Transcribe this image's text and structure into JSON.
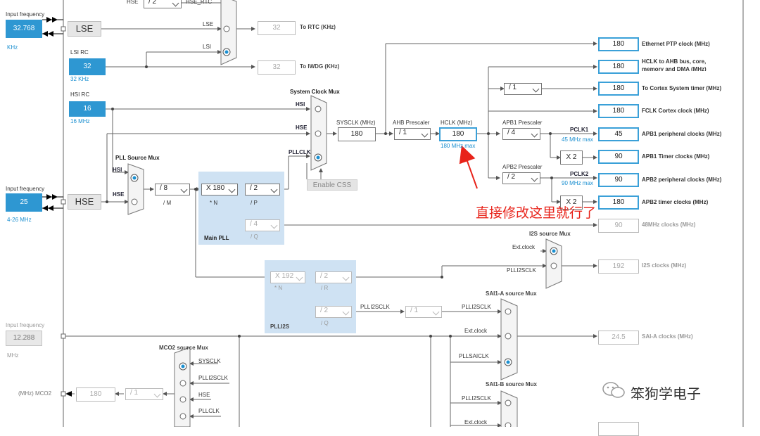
{
  "lse_input": {
    "label": "Input frequency",
    "value": "32.768",
    "unit": "KHz"
  },
  "hse_input": {
    "label": "Input frequency",
    "value": "25",
    "range": "4-26 MHz"
  },
  "i2s_input": {
    "label": "Input frequency",
    "value": "12.288",
    "unit": "MHz"
  },
  "lse": {
    "label": "LSE"
  },
  "hse": {
    "label": "HSE"
  },
  "lsi_rc": {
    "label": "LSI RC",
    "value": "32",
    "unit": "32 KHz"
  },
  "hsi_rc": {
    "label": "HSI RC",
    "value": "16",
    "unit": "16 MHz"
  },
  "rtc_mux": {
    "in_top_hse": "HSE",
    "div": "/ 2",
    "out_hse_rtc": "HSE_RTC",
    "in_lse": "LSE",
    "in_lsi": "LSI",
    "rtc_value": "32",
    "rtc_label": "To RTC (KHz)",
    "iwdg_value": "32",
    "iwdg_label": "To IWDG (KHz)"
  },
  "pll_source_mux": {
    "title": "PLL Source Mux",
    "hsi": "HSI",
    "hse": "HSE"
  },
  "main_pll": {
    "title": "Main PLL",
    "m_div": "/ 8",
    "m_label": "/ M",
    "n_mul": "X 180",
    "n_label": "* N",
    "p_div": "/ 2",
    "p_label": "/ P",
    "q_div": "/ 4",
    "q_label": "/ Q"
  },
  "system_clock_mux": {
    "title": "System Clock Mux",
    "hsi": "HSI",
    "hse": "HSE",
    "pllclk": "PLLCLK",
    "enable_css": "Enable CSS"
  },
  "sysclk": {
    "label": "SYSCLK (MHz)",
    "value": "180"
  },
  "ahb": {
    "label": "AHB Prescaler",
    "value": "/ 1"
  },
  "hclk": {
    "label": "HCLK (MHz)",
    "value": "180",
    "max": "180 MHz max"
  },
  "apb1": {
    "label": "APB1 Prescaler",
    "value": "/ 4",
    "pclk": "PCLK1",
    "pclk_max": "45 MHz max",
    "timer_mul": "X 2"
  },
  "apb2": {
    "label": "APB2 Prescaler",
    "value": "/ 2",
    "pclk": "PCLK2",
    "pclk_max": "90 MHz max",
    "timer_mul": "X 2"
  },
  "cortex_timer_div": {
    "value": "/ 1"
  },
  "outputs": [
    {
      "value": "180",
      "label": "Ethernet PTP clock (MHz)"
    },
    {
      "value": "180",
      "label": "HCLK to AHB bus, core,",
      "label2": "memory and DMA (MHz)"
    },
    {
      "value": "180",
      "label": "To Cortex System timer (MHz)"
    },
    {
      "value": "180",
      "label": "FCLK Cortex clock (MHz)"
    },
    {
      "value": "45",
      "label": "APB1 peripheral clocks (MHz)"
    },
    {
      "value": "90",
      "label": "APB1 Timer clocks (MHz)"
    },
    {
      "value": "90",
      "label": "APB2 peripheral clocks (MHz)"
    },
    {
      "value": "180",
      "label": "APB2 timer clocks (MHz)"
    },
    {
      "value": "90",
      "label": "48MHz clocks (MHz)"
    },
    {
      "value": "192",
      "label": "I2S clocks (MHz)"
    },
    {
      "value": "24.5",
      "label": "SAI-A clocks (MHz)"
    }
  ],
  "callout": "直接修改这里就行了",
  "i2s_source_mux": {
    "title": "I2S source Mux",
    "ext": "Ext.clock",
    "plli2sclk": "PLLI2SCLK"
  },
  "plli2s": {
    "title": "PLLI2S",
    "n_mul": "X 192",
    "n_label": "* N",
    "r_div": "/ 2",
    "r_label": "/ R",
    "q_div": "/ 2",
    "q_label": "/ Q",
    "out": "PLLI2SCLK",
    "div": "/ 1"
  },
  "sai1a_mux": {
    "title": "SAI1-A source Mux",
    "plli2sclk": "PLLI2SCLK",
    "ext": "Ext.clock",
    "pllsaiclk": "PLLSAICLK"
  },
  "sai1b_mux": {
    "title": "SAI1-B source Mux",
    "plli2sclk": "PLLI2SCLK",
    "ext": "Ext.clock"
  },
  "mco2": {
    "title": "MCO2 source Mux",
    "label": "(MHz) MCO2",
    "value": "180",
    "div": "/ 1",
    "in_sysclk": "SYSCLK",
    "in_plli2sclk": "PLLI2SCLK",
    "in_hse": "HSE",
    "in_pllclk": "PLLCLK"
  },
  "watermark": "笨狗学电子",
  "colors": {
    "accent": "#2e97d2",
    "callout": "#e8231a",
    "pll_bg": "#cfe2f3",
    "output_border": "#3aa0d8"
  }
}
